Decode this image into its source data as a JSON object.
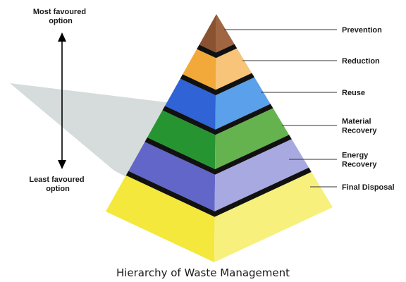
{
  "diagram": {
    "caption": "Hierarchy of Waste Management",
    "axis": {
      "top_label": [
        "Most favoured",
        "option"
      ],
      "bottom_label": [
        "Least favoured",
        "option"
      ]
    },
    "levels": [
      {
        "lines": [
          "Prevention"
        ],
        "left": "#8a5230",
        "right": "#a06642"
      },
      {
        "lines": [
          "Reduction"
        ],
        "left": "#f2a93a",
        "right": "#f7c47a"
      },
      {
        "lines": [
          "Reuse"
        ],
        "left": "#2f63d6",
        "right": "#5aa0ea"
      },
      {
        "lines": [
          "Material",
          "Recovery"
        ],
        "left": "#279432",
        "right": "#65b34e"
      },
      {
        "lines": [
          "Energy",
          "Recovery"
        ],
        "left": "#6166c8",
        "right": "#a8a9e0"
      },
      {
        "lines": [
          "Final Disposal"
        ],
        "left": "#f3e83b",
        "right": "#f7f07c"
      }
    ],
    "colors": {
      "band": "#111111",
      "shadow": "#d6dcdc",
      "leader": "#333333"
    }
  }
}
